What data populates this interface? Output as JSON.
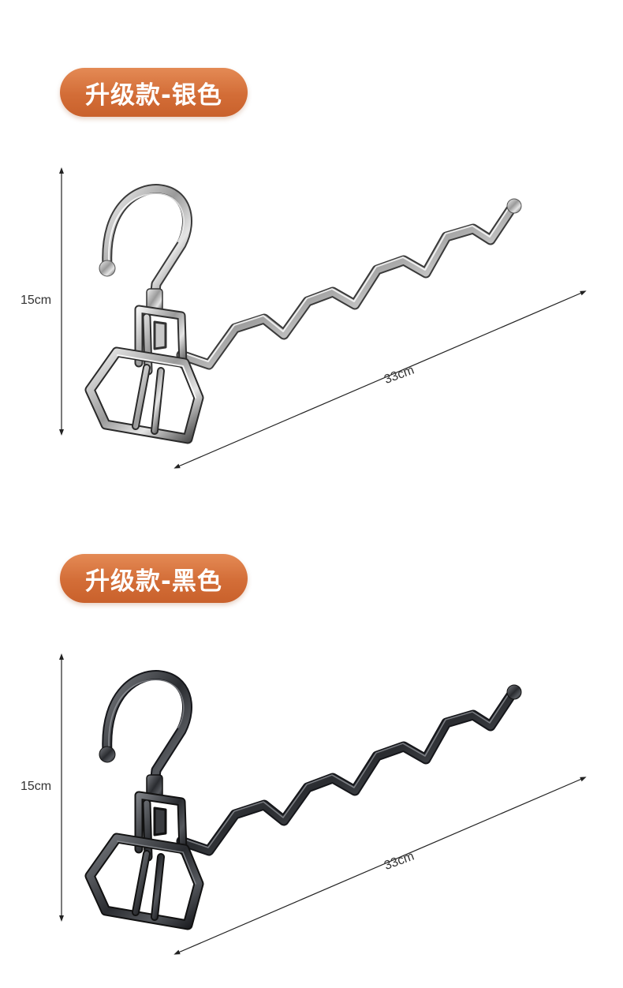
{
  "sections": [
    {
      "badge": "升级款-银色",
      "height_label": "15cm",
      "length_label": "33cm",
      "finish": "silver",
      "colors": {
        "badge": "#d36d37",
        "metal_light": "#e9e9e9",
        "metal_dark": "#3a3a3a"
      }
    },
    {
      "badge": "升级款-黑色",
      "height_label": "15cm",
      "length_label": "33cm",
      "finish": "black",
      "colors": {
        "badge": "#d36d37",
        "metal_light": "#6a6d72",
        "metal_dark": "#202226"
      }
    }
  ]
}
